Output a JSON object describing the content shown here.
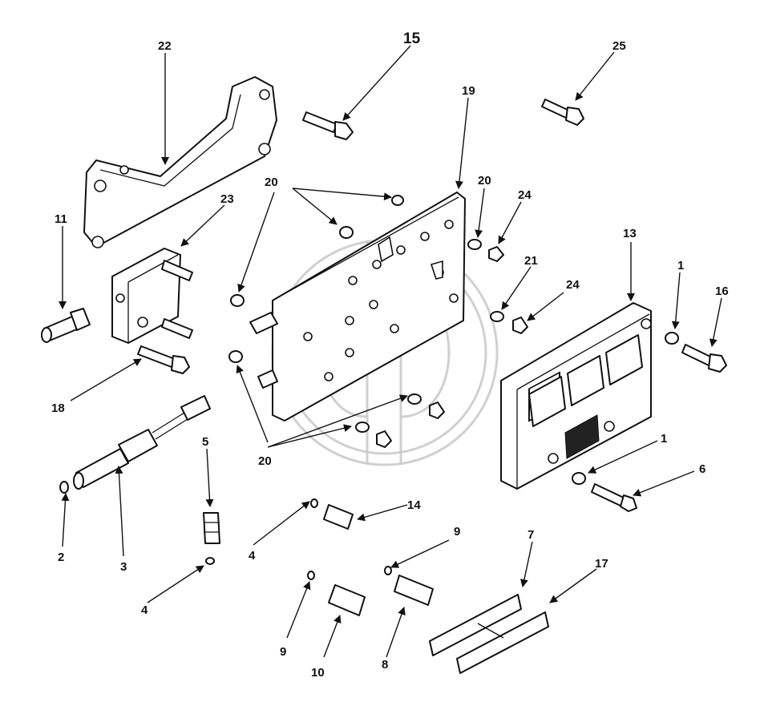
{
  "callouts": {
    "c22": "22",
    "c15": "15",
    "c25": "25",
    "c19": "19",
    "c11": "11",
    "c23": "23",
    "c20a": "20",
    "c20b": "20",
    "c24a": "24",
    "c13": "13",
    "c21": "21",
    "c24b": "24",
    "c1a": "1",
    "c16": "16",
    "c18": "18",
    "c5": "5",
    "c20c": "20",
    "c1b": "1",
    "c6": "6",
    "c14": "14",
    "c2": "2",
    "c3": "3",
    "c4a": "4",
    "c4b": "4",
    "c9a": "9",
    "c7": "7",
    "c17": "17",
    "c9b": "9",
    "c10": "10",
    "c8": "8"
  },
  "colors": {
    "line": "#111111",
    "background": "#ffffff",
    "watermark": "#c8c8c8"
  }
}
